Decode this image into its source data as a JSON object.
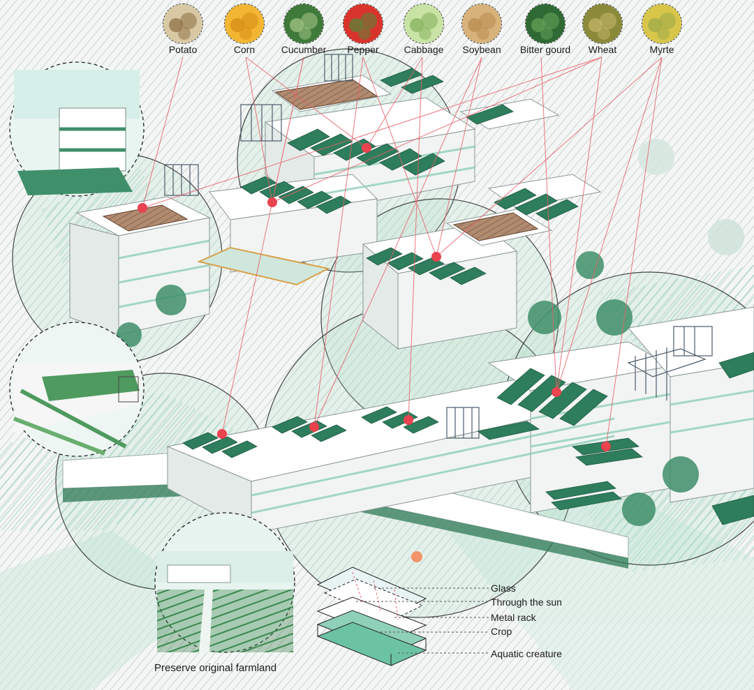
{
  "crops": [
    {
      "label": "Potato",
      "icon": "potato-photo-icon",
      "color": "#d8c9a4",
      "accent": "#8a6b3e"
    },
    {
      "label": "Corn",
      "icon": "corn-photo-icon",
      "color": "#f2b632",
      "accent": "#d48a12"
    },
    {
      "label": "Cucumber",
      "icon": "cucumber-photo-icon",
      "color": "#3f7a3a",
      "accent": "#a9c98a"
    },
    {
      "label": "Pepper",
      "icon": "pepper-photo-icon",
      "color": "#d9342b",
      "accent": "#4f8a3a"
    },
    {
      "label": "Cabbage",
      "icon": "cabbage-photo-icon",
      "color": "#c9e3a4",
      "accent": "#7fae58"
    },
    {
      "label": "Soybean",
      "icon": "soybean-photo-icon",
      "color": "#d7b27a",
      "accent": "#b88a4e"
    },
    {
      "label": "Bitter gourd",
      "icon": "bitter-gourd-photo-icon",
      "color": "#2f6a34",
      "accent": "#6aa55a"
    },
    {
      "label": "Wheat",
      "icon": "wheat-photo-icon",
      "color": "#8a8a3a",
      "accent": "#c8b86a"
    },
    {
      "label": "Myrte",
      "icon": "myrte-photo-icon",
      "color": "#d8c64a",
      "accent": "#9aa84a"
    }
  ],
  "layers": [
    "Glass",
    "Through the sun",
    "Metal rack",
    "Crop",
    "Aquatic creature"
  ],
  "caption": "Preserve original farmland",
  "colors": {
    "roof_crop": "#2e7d5c",
    "roof_wood": "#a9826a",
    "building": "#ffffff",
    "green_tint": "#6cc3a4",
    "marker": "#e8434f",
    "leader": "#e8606a",
    "hatch": "#c9d2cf"
  }
}
